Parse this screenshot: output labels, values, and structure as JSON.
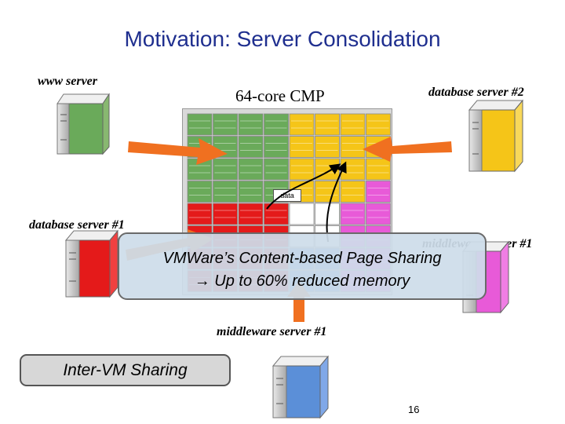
{
  "title": "Motivation:  Server Consolidation",
  "cmp_label": "64-core CMP",
  "labels": {
    "www_server": "www server",
    "db_server_2": "database server #2",
    "db_server_1": "database server #1",
    "mw_server_right": "middleware server #1",
    "mw_server_bottom": "middleware server #1"
  },
  "data_label": "data",
  "callout": {
    "line1": "VMWare’s Content-based Page Sharing",
    "line2": "Up to 60% reduced memory",
    "arrow": "→"
  },
  "inter_vm": "Inter-VM Sharing",
  "page_number": "16",
  "colors": {
    "title": "#1f2f8f",
    "www": "#6aaa5a",
    "db2": "#f5c518",
    "db1": "#e41a1a",
    "mw_right": "#e85ad8",
    "mw_bottom": "#5b8fd8",
    "arrow": "#f07020"
  },
  "icons": {
    "server": "server-tower-icon",
    "arrow": "thick-arrow-icon"
  }
}
